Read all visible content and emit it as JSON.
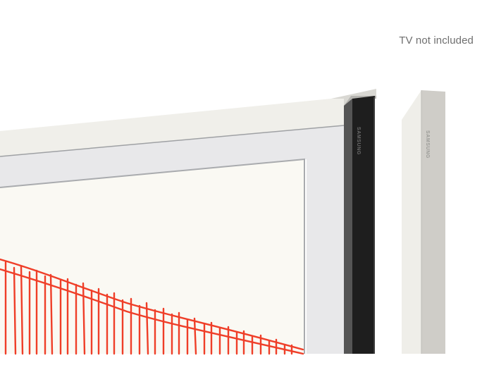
{
  "caption": "TV not included",
  "frame_main": {
    "brand_label": "SAMSUNG",
    "bezel_color": "#f0efea",
    "inner_mat_color": "#e8e8ea",
    "canvas_color": "#faf9f3",
    "back_color": "#1e1e1e",
    "side_color": "#555555"
  },
  "frame_side_piece": {
    "brand_label": "SAMSUNG",
    "front_color": "#efeee9",
    "side_color": "#cfcdc8"
  },
  "artwork": {
    "description": "red vertical line pattern forming a descending net",
    "line_color": "#ef3e28"
  }
}
